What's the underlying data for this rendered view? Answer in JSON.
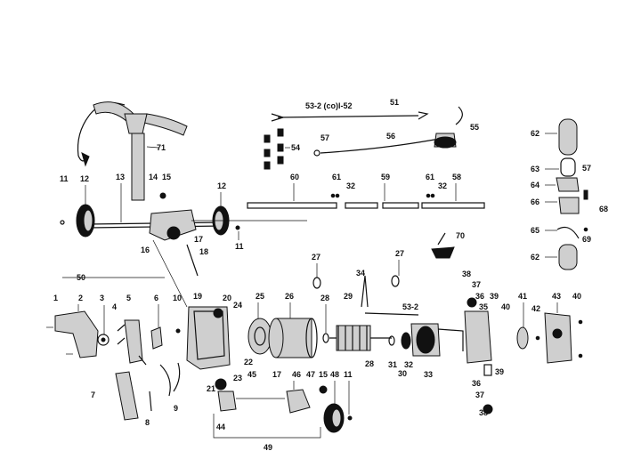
{
  "diagram": {
    "colors": {
      "ink": "#111111",
      "background": "#ffffff",
      "shade": "#cfcfcf"
    },
    "parts": [
      {
        "id": "p1",
        "text": "1"
      },
      {
        "id": "p2",
        "text": "2"
      },
      {
        "id": "p3",
        "text": "3"
      },
      {
        "id": "p4",
        "text": "4"
      },
      {
        "id": "p5",
        "text": "5"
      },
      {
        "id": "p6",
        "text": "6"
      },
      {
        "id": "p7",
        "text": "7"
      },
      {
        "id": "p8",
        "text": "8"
      },
      {
        "id": "p9",
        "text": "9"
      },
      {
        "id": "p10",
        "text": "10"
      },
      {
        "id": "p11a",
        "text": "11"
      },
      {
        "id": "p11b",
        "text": "11"
      },
      {
        "id": "p11c",
        "text": "11"
      },
      {
        "id": "p12a",
        "text": "12"
      },
      {
        "id": "p12b",
        "text": "12"
      },
      {
        "id": "p13",
        "text": "13"
      },
      {
        "id": "p14",
        "text": "14"
      },
      {
        "id": "p15a",
        "text": "15"
      },
      {
        "id": "p15b",
        "text": "15"
      },
      {
        "id": "p16",
        "text": "16"
      },
      {
        "id": "p17a",
        "text": "17"
      },
      {
        "id": "p17b",
        "text": "17"
      },
      {
        "id": "p18",
        "text": "18"
      },
      {
        "id": "p19",
        "text": "19"
      },
      {
        "id": "p20",
        "text": "20"
      },
      {
        "id": "p21",
        "text": "21"
      },
      {
        "id": "p22",
        "text": "22"
      },
      {
        "id": "p23",
        "text": "23"
      },
      {
        "id": "p24",
        "text": "24"
      },
      {
        "id": "p25",
        "text": "25"
      },
      {
        "id": "p26",
        "text": "26"
      },
      {
        "id": "p27a",
        "text": "27"
      },
      {
        "id": "p27b",
        "text": "27"
      },
      {
        "id": "p28a",
        "text": "28"
      },
      {
        "id": "p28b",
        "text": "28"
      },
      {
        "id": "p29",
        "text": "29"
      },
      {
        "id": "p30",
        "text": "30"
      },
      {
        "id": "p31",
        "text": "31"
      },
      {
        "id": "p32a",
        "text": "32"
      },
      {
        "id": "p32b",
        "text": "32"
      },
      {
        "id": "p32c",
        "text": "32"
      },
      {
        "id": "p33",
        "text": "33"
      },
      {
        "id": "p34",
        "text": "34"
      },
      {
        "id": "p35",
        "text": "35"
      },
      {
        "id": "p36a",
        "text": "36"
      },
      {
        "id": "p36b",
        "text": "36"
      },
      {
        "id": "p37a",
        "text": "37"
      },
      {
        "id": "p37b",
        "text": "37"
      },
      {
        "id": "p38a",
        "text": "38"
      },
      {
        "id": "p38b",
        "text": "38"
      },
      {
        "id": "p39a",
        "text": "39"
      },
      {
        "id": "p39b",
        "text": "39"
      },
      {
        "id": "p40a",
        "text": "40"
      },
      {
        "id": "p40b",
        "text": "40"
      },
      {
        "id": "p41",
        "text": "41"
      },
      {
        "id": "p42",
        "text": "42"
      },
      {
        "id": "p43",
        "text": "43"
      },
      {
        "id": "p44",
        "text": "44"
      },
      {
        "id": "p45",
        "text": "45"
      },
      {
        "id": "p46",
        "text": "46"
      },
      {
        "id": "p47",
        "text": "47"
      },
      {
        "id": "p48",
        "text": "48"
      },
      {
        "id": "p49",
        "text": "49"
      },
      {
        "id": "p50",
        "text": "50"
      },
      {
        "id": "p51",
        "text": "51"
      },
      {
        "id": "p5352a",
        "text": "53-2 (co)l-52"
      },
      {
        "id": "p5352b",
        "text": "53-2"
      },
      {
        "id": "p54",
        "text": "54"
      },
      {
        "id": "p55",
        "text": "55"
      },
      {
        "id": "p56",
        "text": "56"
      },
      {
        "id": "p57a",
        "text": "57"
      },
      {
        "id": "p57b",
        "text": "57"
      },
      {
        "id": "p58",
        "text": "58"
      },
      {
        "id": "p59",
        "text": "59"
      },
      {
        "id": "p60",
        "text": "60"
      },
      {
        "id": "p61a",
        "text": "61"
      },
      {
        "id": "p61b",
        "text": "61"
      },
      {
        "id": "p62a",
        "text": "62"
      },
      {
        "id": "p62b",
        "text": "62"
      },
      {
        "id": "p63",
        "text": "63"
      },
      {
        "id": "p64",
        "text": "64"
      },
      {
        "id": "p65",
        "text": "65"
      },
      {
        "id": "p66",
        "text": "66"
      },
      {
        "id": "p68",
        "text": "68"
      },
      {
        "id": "p69",
        "text": "69"
      },
      {
        "id": "p70",
        "text": "70"
      },
      {
        "id": "p71",
        "text": "71"
      }
    ]
  }
}
